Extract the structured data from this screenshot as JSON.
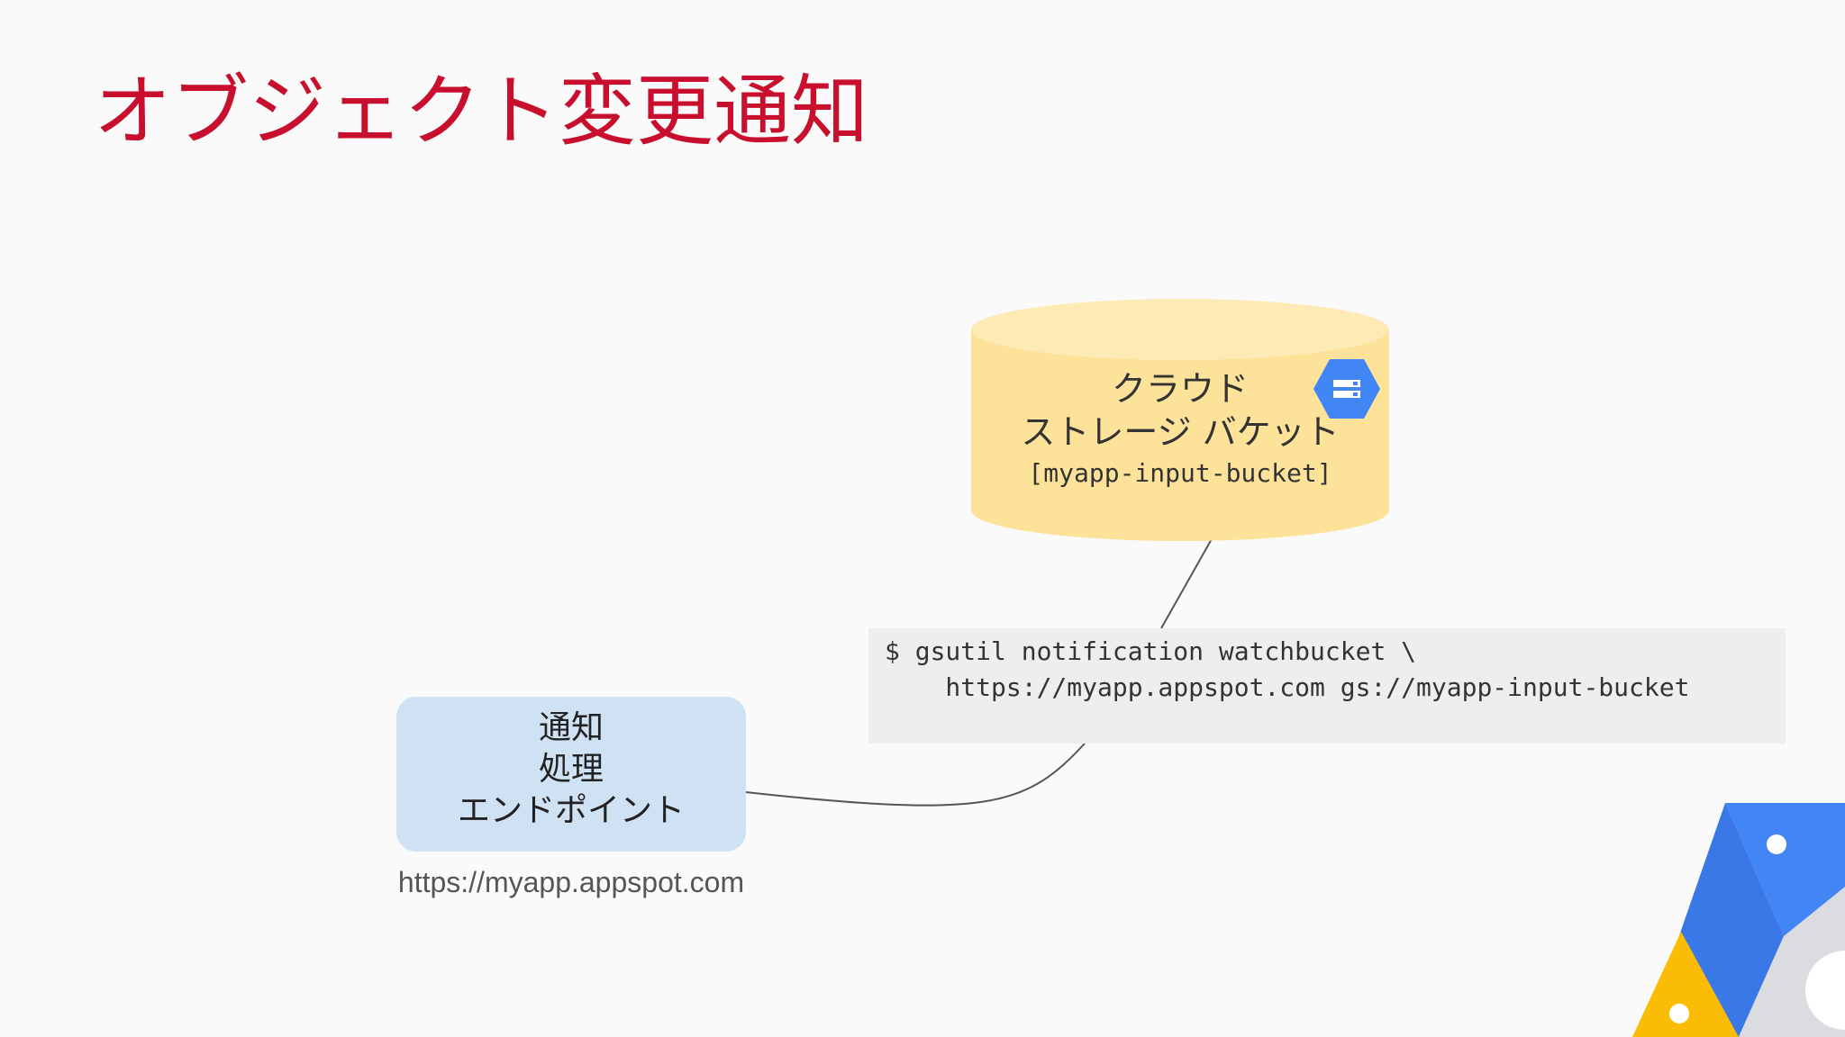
{
  "slide": {
    "title": "オブジェクト変更通知"
  },
  "bucket": {
    "line1": "クラウド",
    "line2": "ストレージ バケット",
    "line3": "[myapp-input-bucket]",
    "icon": "cloud-storage-icon"
  },
  "command": {
    "line1": "$ gsutil notification watchbucket \\",
    "line2": "    https://myapp.appspot.com gs://myapp-input-bucket"
  },
  "endpoint": {
    "line1": "通知",
    "line2": "処理",
    "line3": "エンドポイント",
    "url": "https://myapp.appspot.com"
  },
  "colors": {
    "title": "#c8102e",
    "bucket_fill": "#fde29a",
    "bucket_top": "#fdeab5",
    "endpoint_fill": "#cfe2f3",
    "code_bg": "#eeeeee",
    "icon_blue": "#4285f4",
    "logo_blue": "#4285f4",
    "logo_yellow": "#fbbc05",
    "logo_gray": "#dadce0"
  }
}
